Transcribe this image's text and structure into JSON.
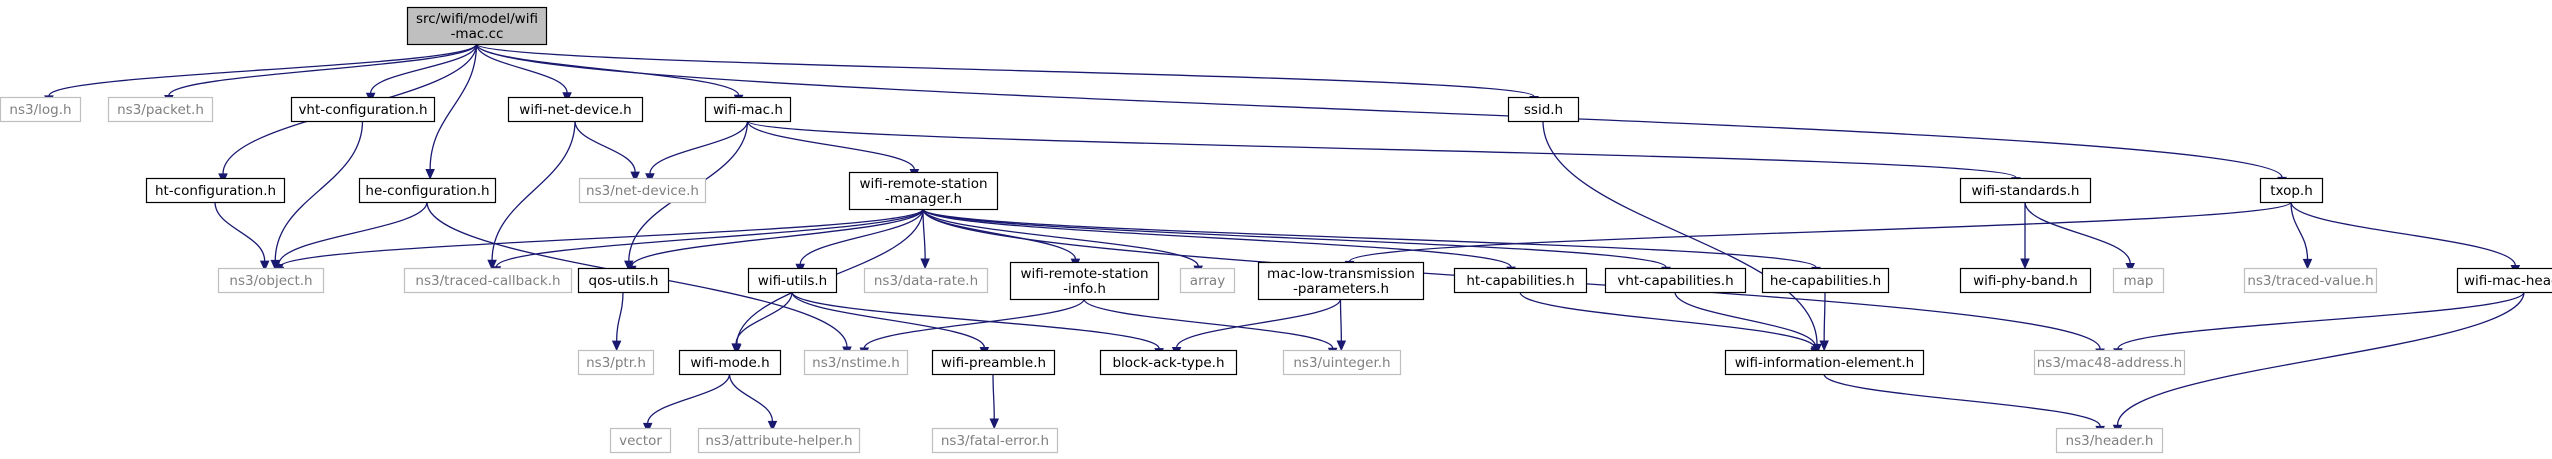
{
  "diagram": {
    "type": "include-dependency-graph",
    "colors": {
      "edge": "#191970",
      "root_fill": "#bfbfbf",
      "local_border": "#000000",
      "external_border": "#bfbfbf",
      "external_text": "#808080"
    },
    "nodes": [
      {
        "id": "root",
        "lines": [
          "src/wifi/model/wifi",
          "-mac.cc"
        ],
        "kind": "root"
      },
      {
        "id": "log",
        "lines": [
          "ns3/log.h"
        ],
        "kind": "external"
      },
      {
        "id": "packet",
        "lines": [
          "ns3/packet.h"
        ],
        "kind": "external"
      },
      {
        "id": "vhtconf",
        "lines": [
          "vht-configuration.h"
        ],
        "kind": "local"
      },
      {
        "id": "wifinetdev",
        "lines": [
          "wifi-net-device.h"
        ],
        "kind": "local"
      },
      {
        "id": "wifimac",
        "lines": [
          "wifi-mac.h"
        ],
        "kind": "local"
      },
      {
        "id": "ssid",
        "lines": [
          "ssid.h"
        ],
        "kind": "local"
      },
      {
        "id": "txop",
        "lines": [
          "txop.h"
        ],
        "kind": "local"
      },
      {
        "id": "htconf",
        "lines": [
          "ht-configuration.h"
        ],
        "kind": "local"
      },
      {
        "id": "heconf",
        "lines": [
          "he-configuration.h"
        ],
        "kind": "local"
      },
      {
        "id": "netdevice",
        "lines": [
          "ns3/net-device.h"
        ],
        "kind": "external"
      },
      {
        "id": "wrsm",
        "lines": [
          "wifi-remote-station",
          "-manager.h"
        ],
        "kind": "local"
      },
      {
        "id": "wifistd",
        "lines": [
          "wifi-standards.h"
        ],
        "kind": "local"
      },
      {
        "id": "object",
        "lines": [
          "ns3/object.h"
        ],
        "kind": "external"
      },
      {
        "id": "tracedcb",
        "lines": [
          "ns3/traced-callback.h"
        ],
        "kind": "external"
      },
      {
        "id": "qosutils",
        "lines": [
          "qos-utils.h"
        ],
        "kind": "local"
      },
      {
        "id": "wifiutils",
        "lines": [
          "wifi-utils.h"
        ],
        "kind": "local"
      },
      {
        "id": "datarate",
        "lines": [
          "ns3/data-rate.h"
        ],
        "kind": "external"
      },
      {
        "id": "wrsi",
        "lines": [
          "wifi-remote-station",
          "-info.h"
        ],
        "kind": "local"
      },
      {
        "id": "array",
        "lines": [
          "array"
        ],
        "kind": "external"
      },
      {
        "id": "mltp",
        "lines": [
          "mac-low-transmission",
          "-parameters.h"
        ],
        "kind": "local"
      },
      {
        "id": "htcap",
        "lines": [
          "ht-capabilities.h"
        ],
        "kind": "local"
      },
      {
        "id": "vhtcap",
        "lines": [
          "vht-capabilities.h"
        ],
        "kind": "local"
      },
      {
        "id": "hecap",
        "lines": [
          "he-capabilities.h"
        ],
        "kind": "local"
      },
      {
        "id": "phyband",
        "lines": [
          "wifi-phy-band.h"
        ],
        "kind": "local"
      },
      {
        "id": "map",
        "lines": [
          "map"
        ],
        "kind": "external"
      },
      {
        "id": "tracedval",
        "lines": [
          "ns3/traced-value.h"
        ],
        "kind": "external"
      },
      {
        "id": "wmh",
        "lines": [
          "wifi-mac-header.h"
        ],
        "kind": "local"
      },
      {
        "id": "ptr",
        "lines": [
          "ns3/ptr.h"
        ],
        "kind": "external"
      },
      {
        "id": "wifimode",
        "lines": [
          "wifi-mode.h"
        ],
        "kind": "local"
      },
      {
        "id": "nstime",
        "lines": [
          "ns3/nstime.h"
        ],
        "kind": "external"
      },
      {
        "id": "wifipre",
        "lines": [
          "wifi-preamble.h"
        ],
        "kind": "local"
      },
      {
        "id": "blockack",
        "lines": [
          "block-ack-type.h"
        ],
        "kind": "local"
      },
      {
        "id": "uinteger",
        "lines": [
          "ns3/uinteger.h"
        ],
        "kind": "external"
      },
      {
        "id": "wie",
        "lines": [
          "wifi-information-element.h"
        ],
        "kind": "local"
      },
      {
        "id": "mac48",
        "lines": [
          "ns3/mac48-address.h"
        ],
        "kind": "external"
      },
      {
        "id": "vector",
        "lines": [
          "vector"
        ],
        "kind": "external"
      },
      {
        "id": "attrhelper",
        "lines": [
          "ns3/attribute-helper.h"
        ],
        "kind": "external"
      },
      {
        "id": "fatalerr",
        "lines": [
          "ns3/fatal-error.h"
        ],
        "kind": "external"
      },
      {
        "id": "header",
        "lines": [
          "ns3/header.h"
        ],
        "kind": "external"
      }
    ],
    "edges": [
      [
        "root",
        "log"
      ],
      [
        "root",
        "packet"
      ],
      [
        "root",
        "vhtconf"
      ],
      [
        "root",
        "wifinetdev"
      ],
      [
        "root",
        "wifimac"
      ],
      [
        "root",
        "ssid"
      ],
      [
        "root",
        "txop"
      ],
      [
        "root",
        "htconf"
      ],
      [
        "root",
        "heconf"
      ],
      [
        "vhtconf",
        "object"
      ],
      [
        "htconf",
        "object"
      ],
      [
        "heconf",
        "object"
      ],
      [
        "heconf",
        "nstime"
      ],
      [
        "wifinetdev",
        "netdevice"
      ],
      [
        "wifinetdev",
        "tracedcb"
      ],
      [
        "wifimac",
        "netdevice"
      ],
      [
        "wifimac",
        "wrsm"
      ],
      [
        "wifimac",
        "wifistd"
      ],
      [
        "wifimac",
        "qosutils"
      ],
      [
        "ssid",
        "wie"
      ],
      [
        "txop",
        "mltp"
      ],
      [
        "txop",
        "tracedval"
      ],
      [
        "txop",
        "wmh"
      ],
      [
        "wrsm",
        "object"
      ],
      [
        "wrsm",
        "tracedcb"
      ],
      [
        "wrsm",
        "qosutils"
      ],
      [
        "wrsm",
        "wifiutils"
      ],
      [
        "wrsm",
        "datarate"
      ],
      [
        "wrsm",
        "wrsi"
      ],
      [
        "wrsm",
        "array"
      ],
      [
        "wrsm",
        "htcap"
      ],
      [
        "wrsm",
        "vhtcap"
      ],
      [
        "wrsm",
        "hecap"
      ],
      [
        "wrsm",
        "mac48"
      ],
      [
        "wrsm",
        "wifimode"
      ],
      [
        "wifistd",
        "phyband"
      ],
      [
        "wifistd",
        "map"
      ],
      [
        "qosutils",
        "ptr"
      ],
      [
        "wifiutils",
        "wifimode"
      ],
      [
        "wifiutils",
        "wifipre"
      ],
      [
        "wifiutils",
        "blockack"
      ],
      [
        "wrsi",
        "nstime"
      ],
      [
        "wrsi",
        "uinteger"
      ],
      [
        "mltp",
        "blockack"
      ],
      [
        "mltp",
        "uinteger"
      ],
      [
        "htcap",
        "wie"
      ],
      [
        "vhtcap",
        "wie"
      ],
      [
        "hecap",
        "wie"
      ],
      [
        "wmh",
        "mac48"
      ],
      [
        "wmh",
        "header"
      ],
      [
        "wifimode",
        "vector"
      ],
      [
        "wifimode",
        "attrhelper"
      ],
      [
        "wifipre",
        "fatalerr"
      ],
      [
        "wie",
        "header"
      ]
    ]
  }
}
